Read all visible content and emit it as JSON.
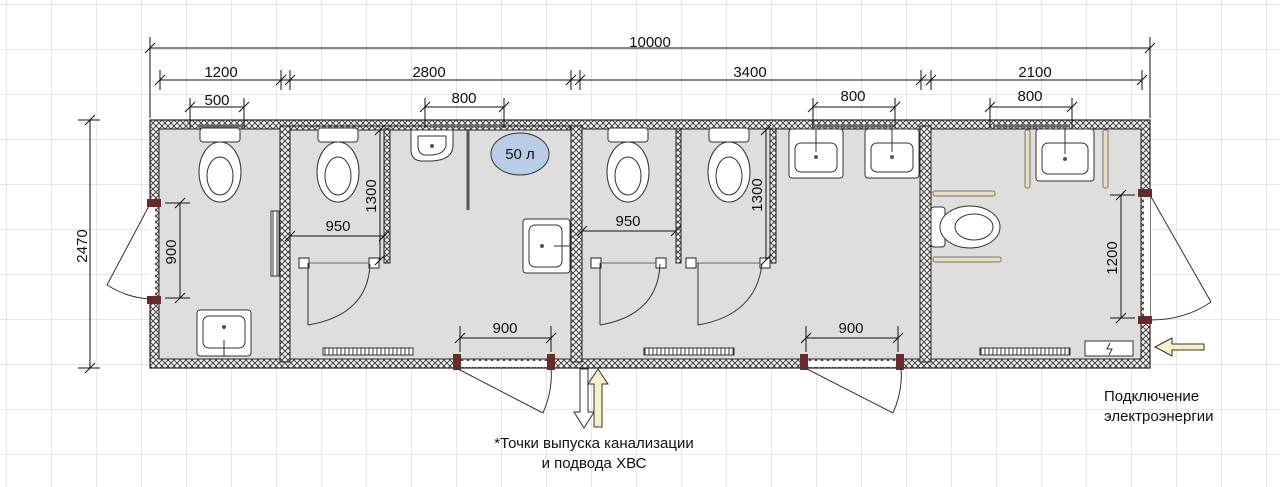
{
  "dimensions": {
    "total_length": "10000",
    "section_1": "1200",
    "section_2": "2800",
    "section_3": "3400",
    "section_4": "2100",
    "width": "2470",
    "toilet_1": "500",
    "sink_2": "800",
    "sinks_3": "800",
    "sink_4": "800",
    "door_1": "900",
    "door_2": "900",
    "door_3": "900",
    "door_4": "1200",
    "stall_2_depth": "1300",
    "stall_2_width": "950",
    "stall_3_depth": "1300",
    "stall_3_width": "950"
  },
  "labels": {
    "boiler": "50 л",
    "sewer_note_line1": "*Точки выпуска канализации",
    "sewer_note_line2": "и подвода ХВС",
    "power_note_line1": "Подключение",
    "power_note_line2": "электроэнергии"
  },
  "colors": {
    "wall": "#bdbdbd",
    "floor": "#dedede",
    "boiler": "#b9cde6",
    "door_jamb": "#6b2a2a"
  }
}
